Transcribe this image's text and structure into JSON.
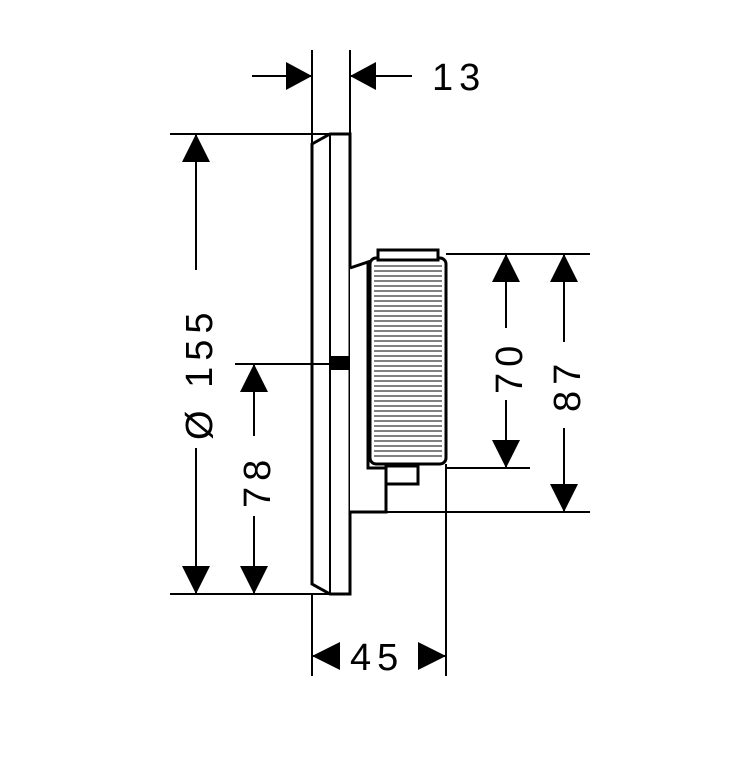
{
  "dimensions": {
    "top_depth": "13",
    "diameter": "Ø 155",
    "center_height": "78",
    "knob_height": "70",
    "body_height": "87",
    "overall_depth": "45"
  },
  "colors": {
    "line": "#000000",
    "background": "#ffffff"
  }
}
